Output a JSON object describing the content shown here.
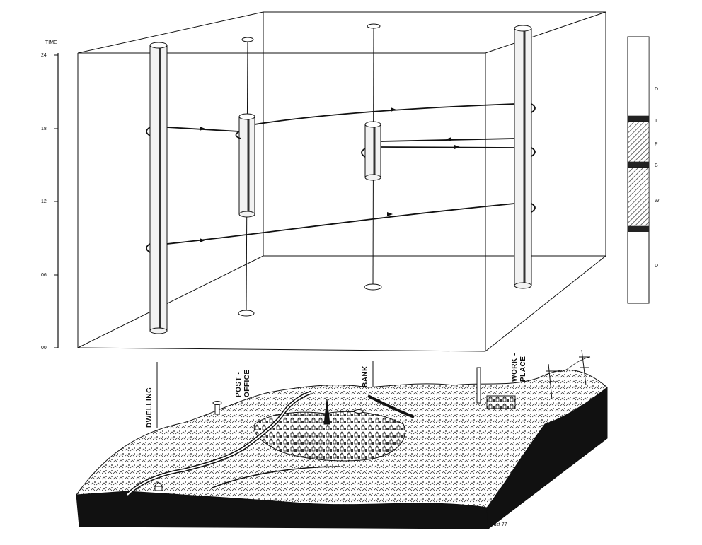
{
  "time_axis": {
    "title": "TIME",
    "ticks": [
      "24",
      "18",
      "12",
      "06",
      "00"
    ]
  },
  "places": {
    "dwelling": "DWELLING",
    "post_office_line1": "POST -",
    "post_office_line2": "OFFICE",
    "bank": "BANK",
    "work_place_line1": "WORK -",
    "work_place_line2": "PLACE"
  },
  "legend": {
    "codes": [
      "D",
      "T",
      "P",
      "B",
      "W",
      "D"
    ]
  },
  "credit": "Gust 77",
  "colors": {
    "ink": "#111111",
    "hatch": "#555555",
    "background": "#ffffff"
  }
}
